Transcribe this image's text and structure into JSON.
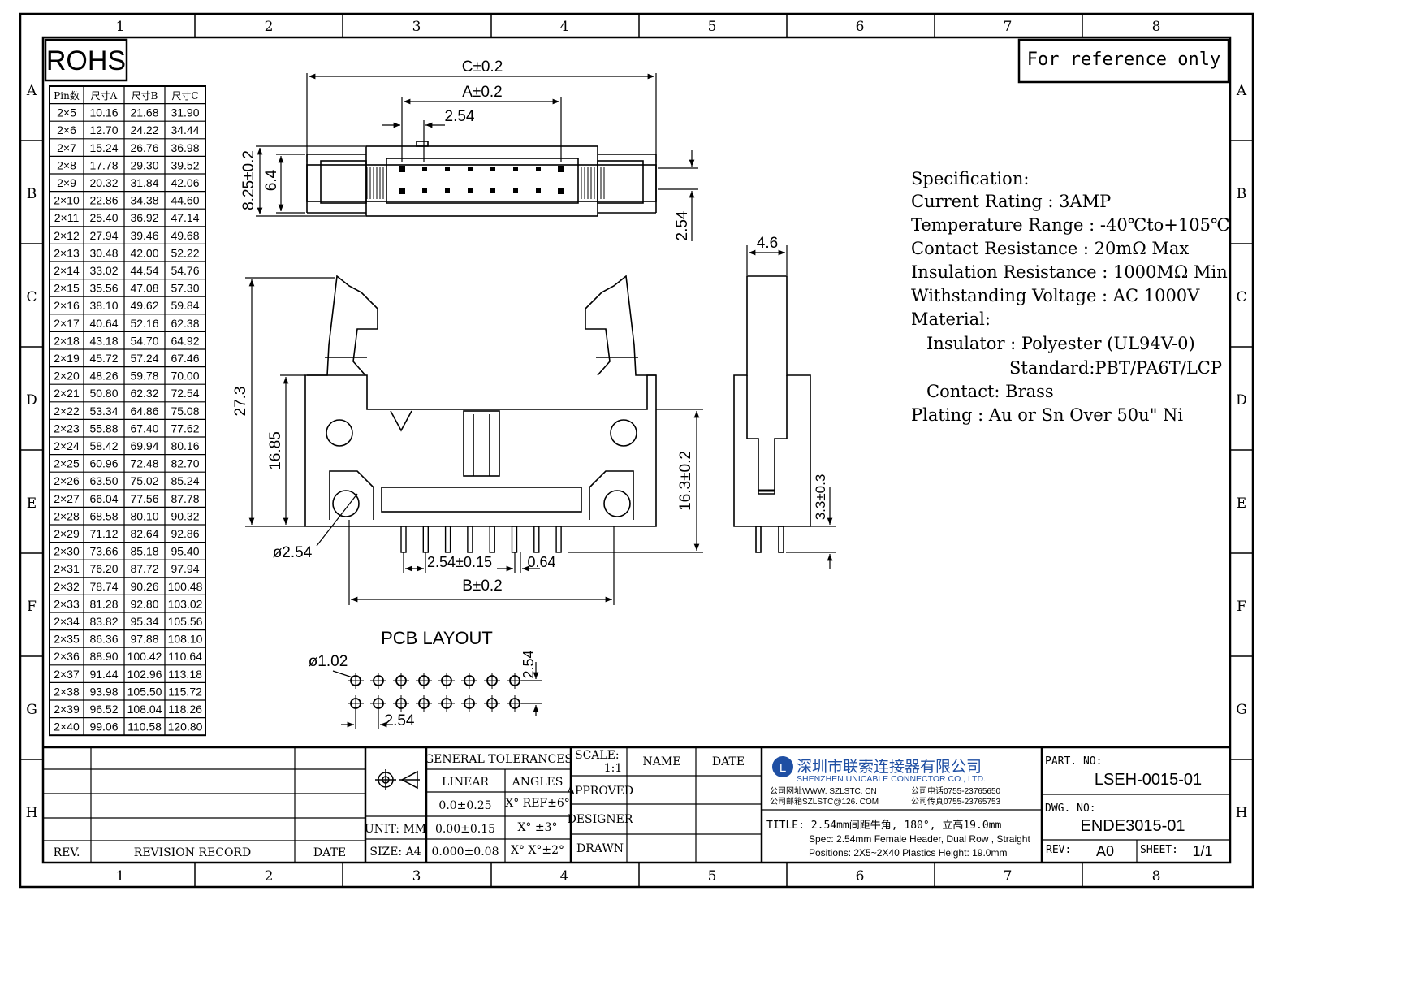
{
  "zones": {
    "columns": [
      "1",
      "2",
      "3",
      "4",
      "5",
      "6",
      "7",
      "8"
    ],
    "rows": [
      "A",
      "B",
      "C",
      "D",
      "E",
      "F",
      "G",
      "H"
    ]
  },
  "rohs": "ROHS",
  "reference_note": "For reference only",
  "pin_table": {
    "headers": [
      "Pin数",
      "尺寸A",
      "尺寸B",
      "尺寸C"
    ],
    "rows": [
      [
        "2×5",
        "10.16",
        "21.68",
        "31.90"
      ],
      [
        "2×6",
        "12.70",
        "24.22",
        "34.44"
      ],
      [
        "2×7",
        "15.24",
        "26.76",
        "36.98"
      ],
      [
        "2×8",
        "17.78",
        "29.30",
        "39.52"
      ],
      [
        "2×9",
        "20.32",
        "31.84",
        "42.06"
      ],
      [
        "2×10",
        "22.86",
        "34.38",
        "44.60"
      ],
      [
        "2×11",
        "25.40",
        "36.92",
        "47.14"
      ],
      [
        "2×12",
        "27.94",
        "39.46",
        "49.68"
      ],
      [
        "2×13",
        "30.48",
        "42.00",
        "52.22"
      ],
      [
        "2×14",
        "33.02",
        "44.54",
        "54.76"
      ],
      [
        "2×15",
        "35.56",
        "47.08",
        "57.30"
      ],
      [
        "2×16",
        "38.10",
        "49.62",
        "59.84"
      ],
      [
        "2×17",
        "40.64",
        "52.16",
        "62.38"
      ],
      [
        "2×18",
        "43.18",
        "54.70",
        "64.92"
      ],
      [
        "2×19",
        "45.72",
        "57.24",
        "67.46"
      ],
      [
        "2×20",
        "48.26",
        "59.78",
        "70.00"
      ],
      [
        "2×21",
        "50.80",
        "62.32",
        "72.54"
      ],
      [
        "2×22",
        "53.34",
        "64.86",
        "75.08"
      ],
      [
        "2×23",
        "55.88",
        "67.40",
        "77.62"
      ],
      [
        "2×24",
        "58.42",
        "69.94",
        "80.16"
      ],
      [
        "2×25",
        "60.96",
        "72.48",
        "82.70"
      ],
      [
        "2×26",
        "63.50",
        "75.02",
        "85.24"
      ],
      [
        "2×27",
        "66.04",
        "77.56",
        "87.78"
      ],
      [
        "2×28",
        "68.58",
        "80.10",
        "90.32"
      ],
      [
        "2×29",
        "71.12",
        "82.64",
        "92.86"
      ],
      [
        "2×30",
        "73.66",
        "85.18",
        "95.40"
      ],
      [
        "2×31",
        "76.20",
        "87.72",
        "97.94"
      ],
      [
        "2×32",
        "78.74",
        "90.26",
        "100.48"
      ],
      [
        "2×33",
        "81.28",
        "92.80",
        "103.02"
      ],
      [
        "2×34",
        "83.82",
        "95.34",
        "105.56"
      ],
      [
        "2×35",
        "86.36",
        "97.88",
        "108.10"
      ],
      [
        "2×36",
        "88.90",
        "100.42",
        "110.64"
      ],
      [
        "2×37",
        "91.44",
        "102.96",
        "113.18"
      ],
      [
        "2×38",
        "93.98",
        "105.50",
        "115.72"
      ],
      [
        "2×39",
        "96.52",
        "108.04",
        "118.26"
      ],
      [
        "2×40",
        "99.06",
        "110.58",
        "120.80"
      ]
    ]
  },
  "dimensions": {
    "c": "C±0.2",
    "a": "A±0.2",
    "pitch_top": "2.54",
    "height_825": "8.25±0.2",
    "width_64": "6.4",
    "pitch_side": "2.54",
    "side_46": "4.6",
    "h_273": "27.3",
    "h_1685": "16.85",
    "h_163": "16.3±0.2",
    "h_33": "3.3±0.3",
    "hole": "ø2.54",
    "pitch_front": "2.54±0.15",
    "pin_064": "0.64",
    "b": "B±0.2"
  },
  "pcb": {
    "title": "PCB LAYOUT",
    "hole": "ø1.02",
    "pitch_v": "2.54",
    "pitch_h": "2.54"
  },
  "spec": [
    "Specification:",
    "Current Rating : 3AMP",
    "Temperature Range : -40℃to+105℃",
    "Contact Resistance : 20mΩ Max",
    "Insulation Resistance : 1000MΩ Min",
    "Withstanding Voltage : AC 1000V",
    "Material:",
    "Insulator : Polyester (UL94V-0)",
    "Standard:PBT/PA6T/LCP",
    "Contact: Brass",
    "Plating : Au or Sn Over 50u\" Ni"
  ],
  "title_block": {
    "rev_col": "REV.",
    "revision_record": "REVISION RECORD",
    "date_col": "DATE",
    "unit": "UNIT:  MM",
    "size": "SIZE:  A4",
    "general_tolerances": "GENERAL TOLERANCES",
    "linear": "LINEAR",
    "angles": "ANGLES",
    "tol1": "0.0±0.25",
    "tol2": "0.00±0.15",
    "tol3": "0.000±0.08",
    "ang1": "X°  REF±6°",
    "ang2": "X°  ±3°",
    "ang3": "X°  X°±2°",
    "scale_label": "SCALE:",
    "scale_value": "1:1",
    "name": "NAME",
    "date": "DATE",
    "approved": "APPROVED",
    "designer": "DESIGNER",
    "drawn": "DRAWN",
    "company_cn": "深圳市联索连接器有限公司",
    "company_en": "SHENZHEN UNICABLE CONNECTOR CO., LTD.",
    "web": "公司网址WWW. SZLSTC. CN",
    "email": "公司邮箱SZLSTC@126. COM",
    "phone": "公司电话0755-23765650",
    "fax": "公司传真0755-23765753",
    "title_line1": "TITLE:  2.54mm间距牛角, 180°, 立高19.0mm",
    "title_line2": "Spec: 2.54mm Female Header, Dual Row , Straight",
    "title_line3": "Positions: 2X5~2X40  Plastics Height: 19.0mm",
    "part_no_label": "PART. NO:",
    "part_no": "LSEH-0015-01",
    "dwg_no_label": "DWG. NO:",
    "dwg_no": "ENDE3015-01",
    "rev_label": "REV:",
    "rev": "A0",
    "sheet_label": "SHEET:",
    "sheet": "1/1"
  }
}
